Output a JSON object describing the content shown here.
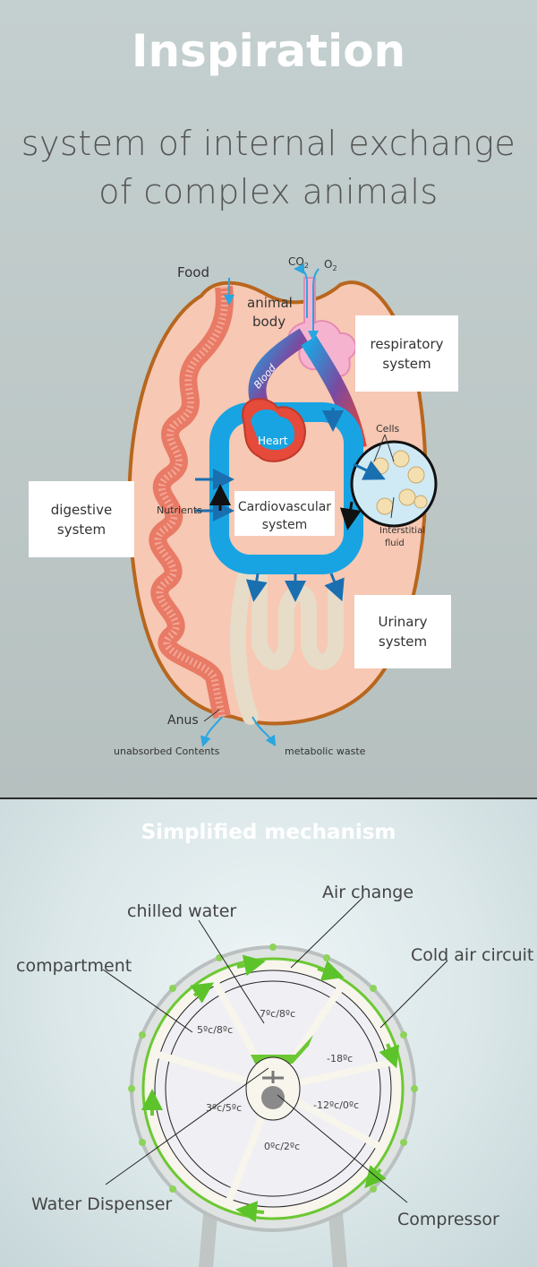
{
  "header": {
    "title": "Inspiration",
    "subtitle_line1": "system of internal exchange",
    "subtitle_line2": "of complex animals"
  },
  "animal_diagram": {
    "food": "Food",
    "animal_body_1": "animal",
    "animal_body_2": "body",
    "co2": "CO",
    "co2_sub": "2",
    "o2": "O",
    "o2_sub": "2",
    "blood": "Blood",
    "heart": "Heart",
    "cells": "Cells",
    "interstitial_1": "Interstitial",
    "interstitial_2": "fluid",
    "nutrients": "Nutrients",
    "cardio_1": "Cardiovascular",
    "cardio_2": "system",
    "anus": "Anus",
    "unabsorbed": "unabsorbed Contents",
    "metabolic": "metabolic waste",
    "respiratory_1": "respiratory",
    "respiratory_2": "system",
    "digestive_1": "digestive",
    "digestive_2": "system",
    "urinary_1": "Urinary",
    "urinary_2": "system"
  },
  "mechanism": {
    "title": "Simplified mechanism",
    "labels": {
      "chilled_water": "chilled water",
      "air_change": "Air change",
      "compartment": "compartment",
      "cold_air": "Cold air circuit",
      "water_dispenser": "Water Dispenser",
      "compressor": "Compressor"
    },
    "temps": [
      "7ºc/8ºc",
      "5ºc/8ºc",
      "-18ºc",
      "3ºc/5ºc",
      "-12ºc/0ºc",
      "0ºc/2ºc"
    ]
  },
  "colors": {
    "accent_green": "#6cc832",
    "blood_blue": "#18a4e2",
    "body": "#f7c8b3",
    "outline": "#b8661e"
  }
}
